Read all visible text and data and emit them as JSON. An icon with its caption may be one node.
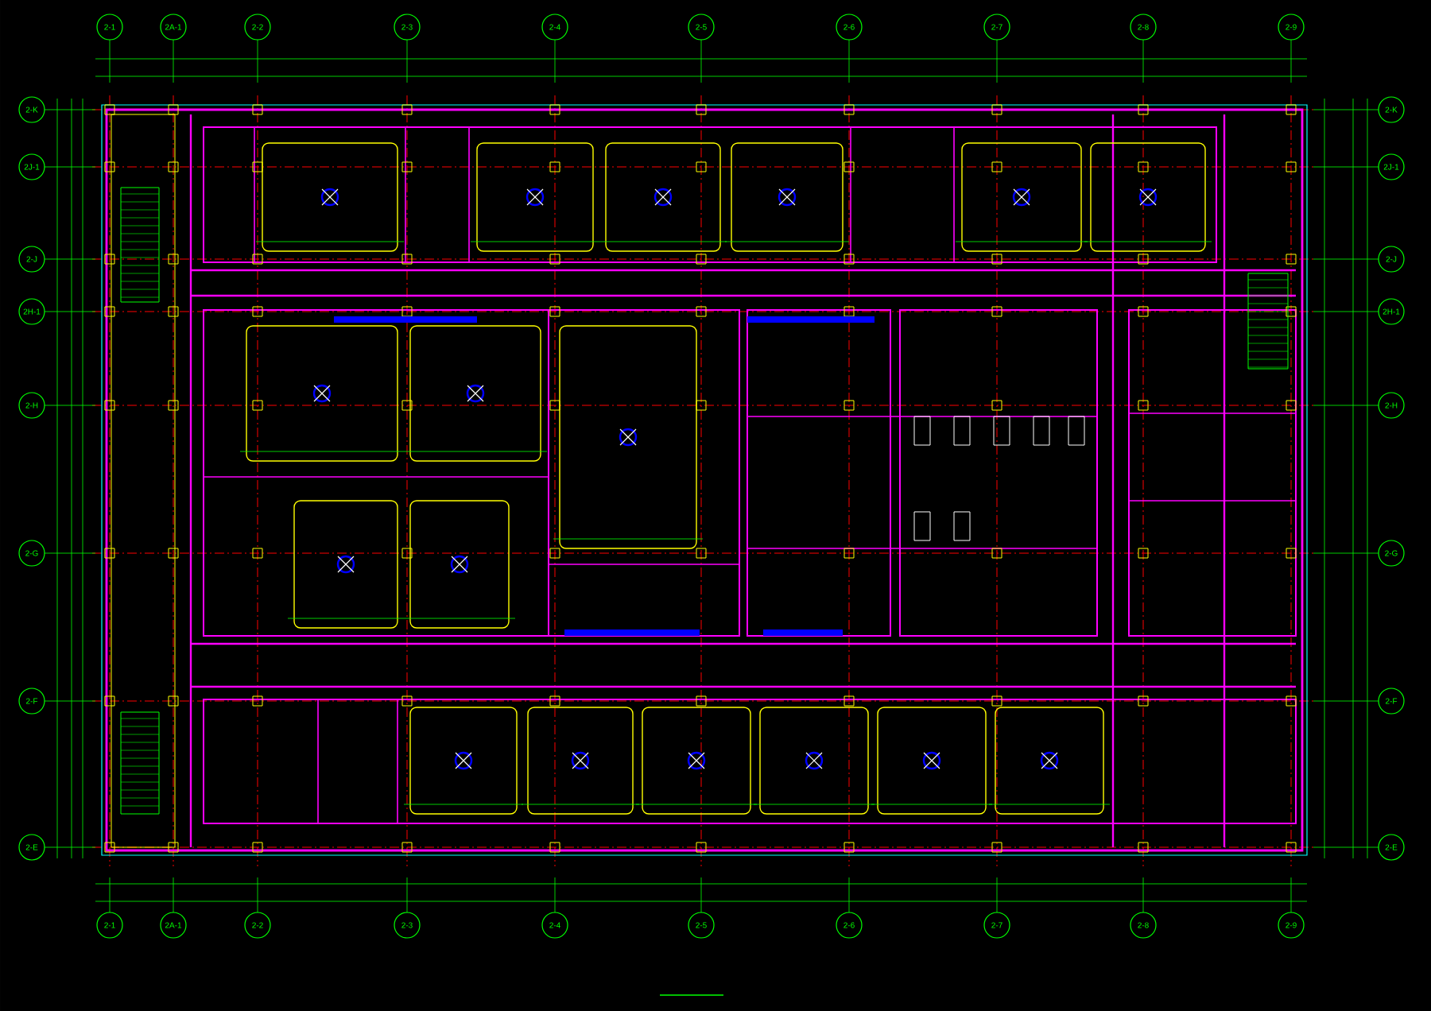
{
  "diagram": {
    "nodes": [
      {
        "text": [
          "2-1"
        ]
      },
      {
        "text": [
          "2A-1"
        ]
      },
      {
        "text": [
          "2-2"
        ]
      },
      {
        "text": [
          "2-3"
        ]
      },
      {
        "text": [
          "2-4"
        ]
      },
      {
        "text": [
          "2-5"
        ]
      },
      {
        "text": [
          "2-6"
        ]
      },
      {
        "text": [
          "2-7"
        ]
      },
      {
        "text": [
          "2-8"
        ]
      },
      {
        "text": [
          "2-9"
        ]
      },
      {
        "text": [
          "2-K"
        ]
      },
      {
        "text": [
          "2J-1"
        ]
      },
      {
        "text": [
          "2-J"
        ]
      },
      {
        "text": [
          "2H-1"
        ]
      },
      {
        "text": [
          "2-H"
        ]
      },
      {
        "text": [
          "2-G"
        ]
      },
      {
        "text": [
          "2-F"
        ]
      },
      {
        "text": [
          "2-E"
        ]
      },
      {
        "text": [
          "2-K"
        ]
      },
      {
        "text": [
          "2J-1"
        ]
      },
      {
        "text": [
          "2-J"
        ]
      },
      {
        "text": [
          "2H-1"
        ]
      },
      {
        "text": [
          "2-H"
        ]
      },
      {
        "text": [
          "2-G"
        ]
      },
      {
        "text": [
          "2-F"
        ]
      },
      {
        "text": [
          "2-E"
        ]
      },
      {
        "text": [
          "2-1"
        ]
      },
      {
        "text": [
          "2A-1"
        ]
      },
      {
        "text": [
          "2-2"
        ]
      },
      {
        "text": [
          "2-3"
        ]
      },
      {
        "text": [
          "2-4"
        ]
      },
      {
        "text": [
          "2-5"
        ]
      },
      {
        "text": [
          "2-6"
        ]
      },
      {
        "text": [
          "2-7"
        ]
      },
      {
        "text": [
          "2-8"
        ]
      },
      {
        "text": [
          "2-9"
        ]
      }
    ]
  }
}
